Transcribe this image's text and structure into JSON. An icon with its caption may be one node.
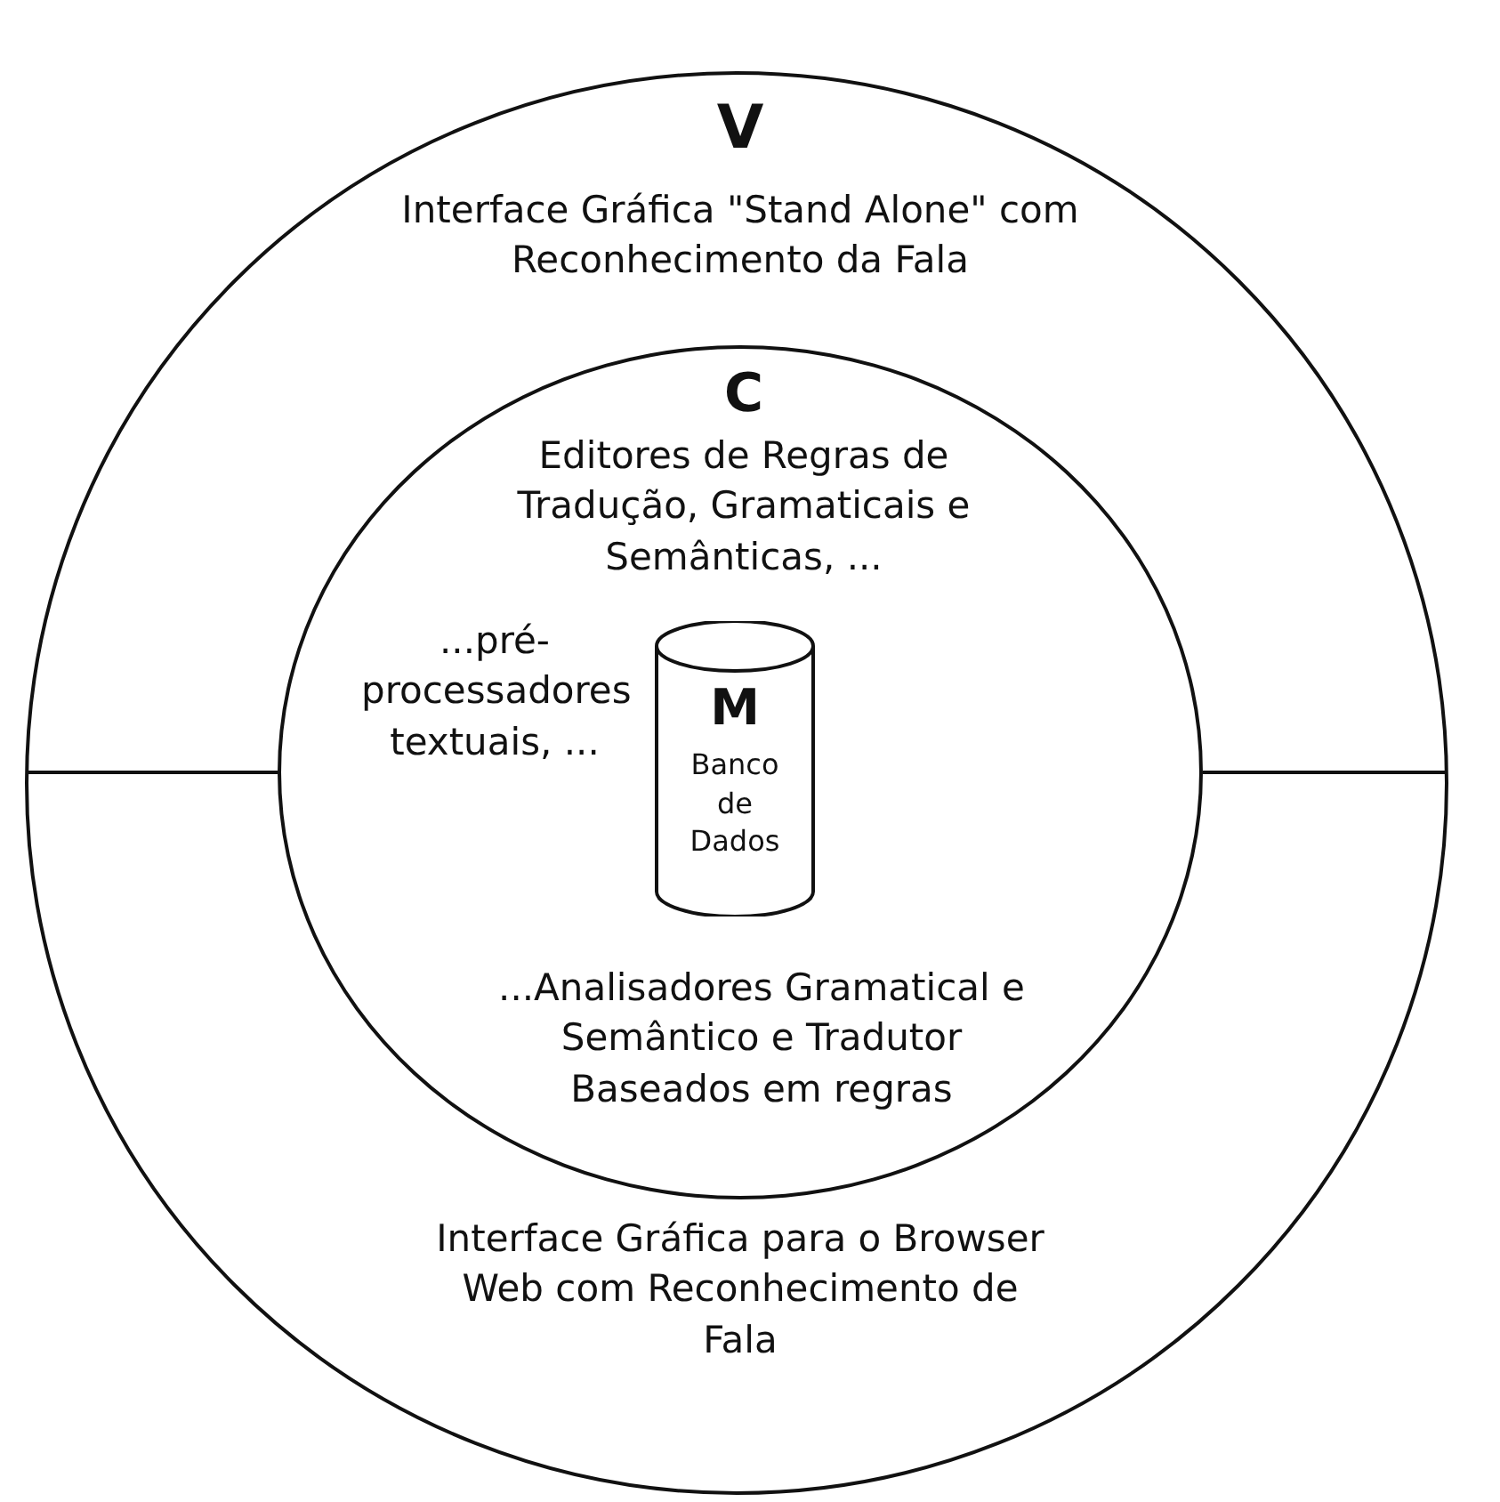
{
  "diagram": {
    "nodes": [
      {
        "text": [
          "V",
          "Interface Gráfica \"Stand Alone\" com Reconhecimento da Fala",
          "Interface Gráfica para o Browser Web com Reconhecimento de Fala"
        ]
      },
      {
        "text": [
          "C",
          "Editores de Regras de Tradução, Gramaticais e Semânticas, ...",
          "...pré-processadores textuais, ...",
          "...Analisadores Gramatical e Semântico e Tradutor Baseados em regras"
        ],
        "in": 0
      },
      {
        "text": [
          "M",
          "Banco de Dados"
        ],
        "in": 1
      }
    ]
  }
}
